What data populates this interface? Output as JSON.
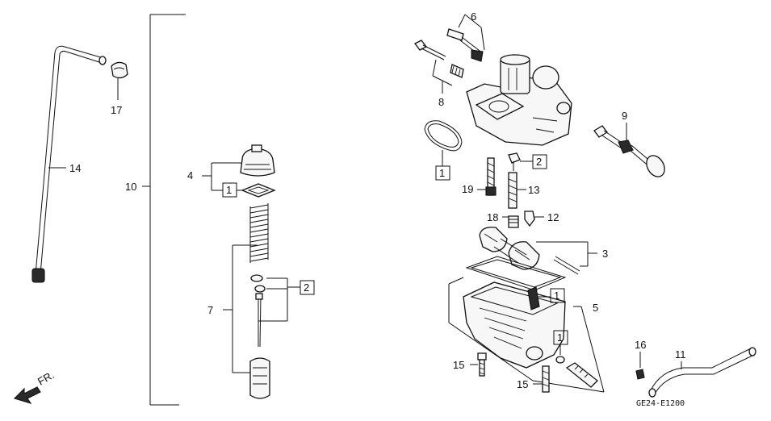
{
  "diagram": {
    "code": "GE24-E1200",
    "direction_label": "FR.",
    "labels": {
      "p1a": "1",
      "p1b": "1",
      "p1c": "1",
      "p1d": "1",
      "p2a": "2",
      "p2b": "2",
      "p3": "3",
      "p4": "4",
      "p5": "5",
      "p6": "6",
      "p7": "7",
      "p8": "8",
      "p9": "9",
      "p10": "10",
      "p11": "11",
      "p12": "12",
      "p13": "13",
      "p14": "14",
      "p15a": "15",
      "p15b": "15",
      "p16": "16",
      "p17": "17",
      "p18": "18",
      "p19": "19"
    }
  }
}
